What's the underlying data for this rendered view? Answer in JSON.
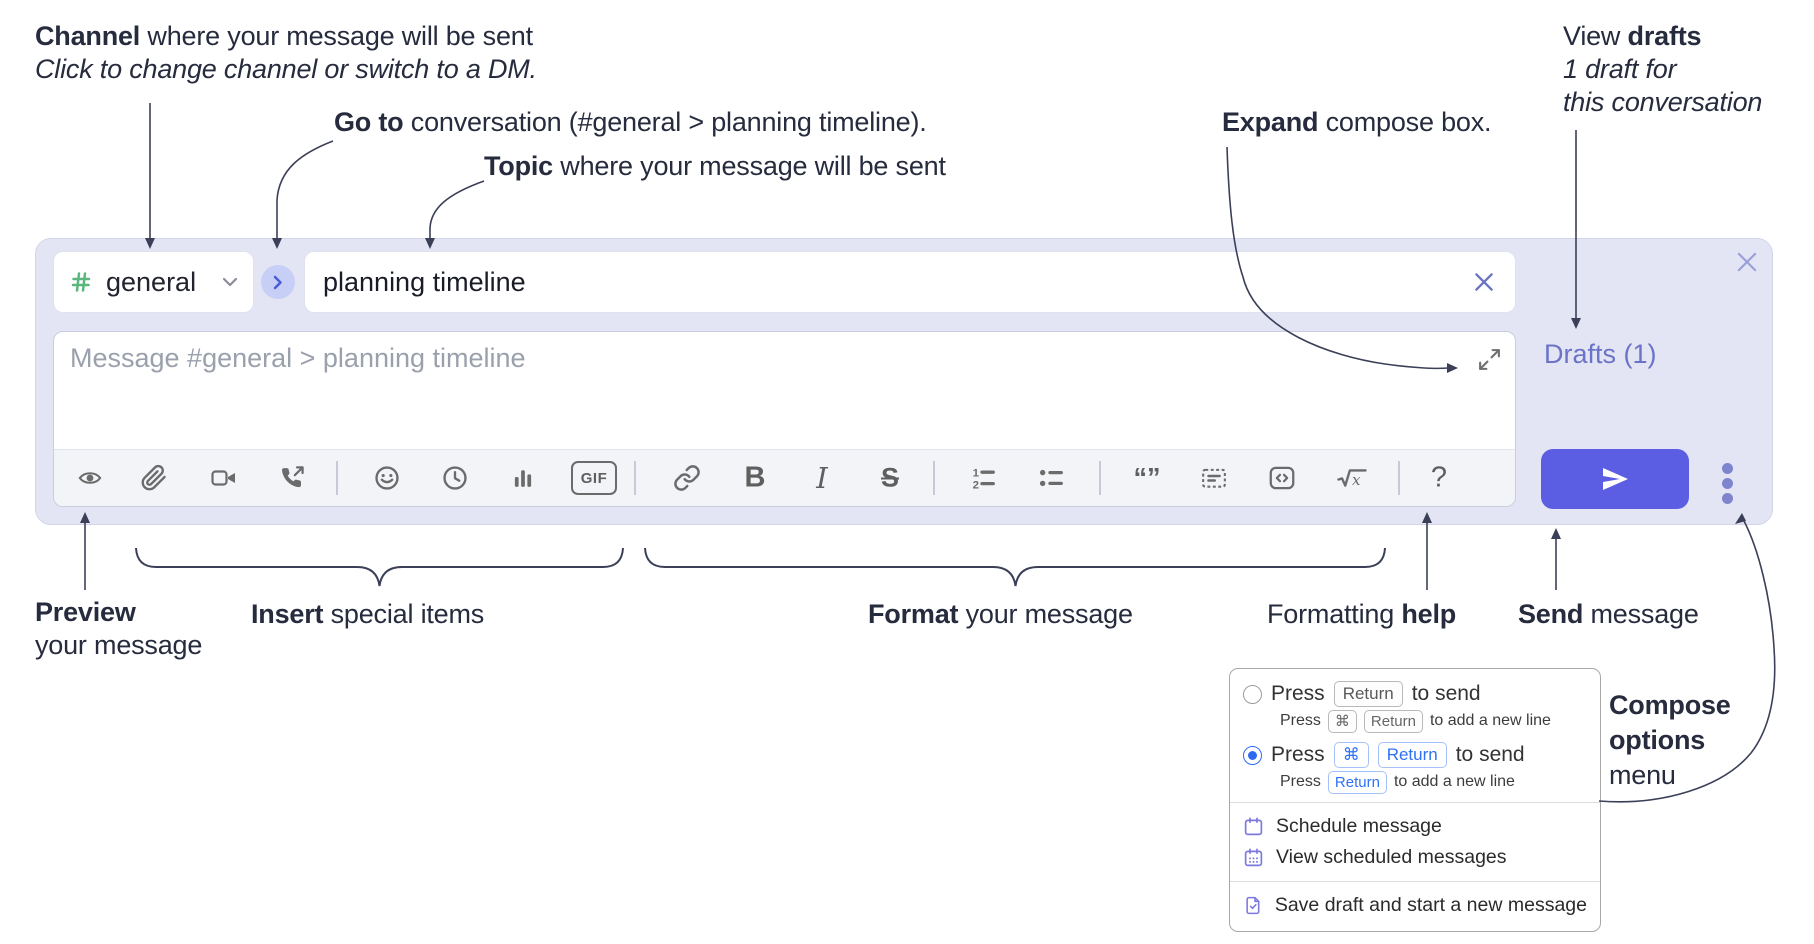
{
  "annotations": {
    "channel": {
      "bold": "Channel",
      "rest": " where your message will be sent",
      "sub": "Click to change channel or switch to a DM."
    },
    "goto": {
      "bold": "Go to",
      "rest": " conversation (#general > planning timeline)."
    },
    "topic": {
      "bold": "Topic",
      "rest": " where your message will be sent"
    },
    "expand": {
      "bold": "Expand",
      "rest": " compose box."
    },
    "view_drafts": {
      "pre": "View ",
      "bold": "drafts",
      "line2": "1 draft for",
      "line3": "this conversation"
    },
    "preview": {
      "bold": "Preview",
      "line2": "your message"
    },
    "insert": {
      "bold": "Insert",
      "rest": " special items"
    },
    "format": {
      "bold": "Format",
      "rest": " your message"
    },
    "formatting_help": {
      "pre": "Formatting ",
      "bold": "help"
    },
    "send": {
      "bold": "Send",
      "rest": " message"
    },
    "compose_options": {
      "line1": "Compose",
      "line2": "options",
      "line3": "menu"
    }
  },
  "compose": {
    "channel_name": "general",
    "topic_value": "planning timeline",
    "message_placeholder": "Message #general > planning timeline",
    "drafts_label": "Drafts (1)",
    "toolbar": {
      "gif_label": "GIF",
      "bold_label": "B",
      "italic_label": "I",
      "strike_label": "S",
      "quote_label": "“”",
      "help_label": "?"
    }
  },
  "popup": {
    "option_enter": {
      "press": "Press",
      "key": "Return",
      "after": "to send",
      "sub_press": "Press",
      "sub_key1": "⌘",
      "sub_key2": "Return",
      "sub_after": "to add a new line"
    },
    "option_cmd_enter": {
      "press": "Press",
      "key1": "⌘",
      "key2": "Return",
      "after": "to send",
      "sub_press": "Press",
      "sub_key": "Return",
      "sub_after": "to add a new line"
    },
    "menu_items": {
      "schedule": "Schedule message",
      "view_scheduled": "View scheduled messages",
      "save_draft": "Save draft and start a new message"
    }
  },
  "colors": {
    "accent": "#5b5de2",
    "drafts_link": "#6b73c7",
    "channel_green": "#5bb87c",
    "key_blue": "#2f72f5",
    "radio_blue": "#2f6bf0",
    "menu_icon_purple": "#7c79dd",
    "compose_bg": "#e3e5f4",
    "toolbar_icon_gray": "#6b6b6b"
  }
}
